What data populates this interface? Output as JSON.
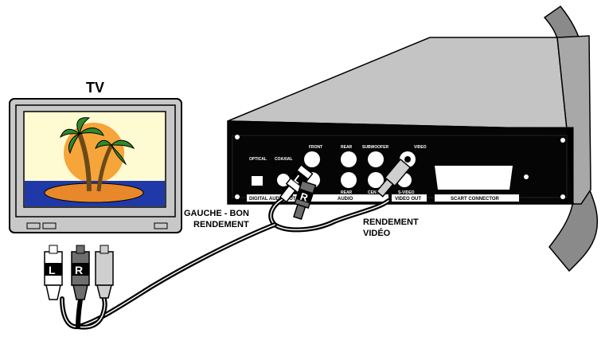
{
  "tv": {
    "label": "TV",
    "plug_left_letter": "L",
    "plug_right_letter": "R"
  },
  "player": {
    "labels": {
      "optical": "OPTICAL",
      "coaxial": "COAXIAL",
      "digital_audio_out": "DIGITAL AUDIO OUT",
      "front": "FRONT",
      "rear_top": "REAR",
      "subwoofer": "SUBWOOFER",
      "rear_bottom": "REAR",
      "center": "CENTER",
      "audio": "AUDIO",
      "video": "VIDEO",
      "video_out": "VIDEO OUT",
      "s_video": "S-VIDEO",
      "scart_connector": "SCART CONNECTOR"
    },
    "plug_left_letter": "L",
    "plug_right_letter": "R"
  },
  "callouts": {
    "audio_out": {
      "line1": "GAUCHE - BON",
      "line2": "RENDEMENT"
    },
    "video_out": {
      "line1": "RENDEMENT",
      "line2": "VIDÉO"
    }
  },
  "colors": {
    "outline": "#000000",
    "panel_grey": "#c8c8c8",
    "wall_grey": "#8a8a8a",
    "sky": "#fefad2",
    "sun": "#f5a53a",
    "sea": "#1f3aa8",
    "sand": "#e8882a",
    "palm_green": "#2f8a2a",
    "trunk": "#6b4a1a",
    "plug_dark": "#6e6e6e",
    "plug_light": "#cfcfcf"
  }
}
